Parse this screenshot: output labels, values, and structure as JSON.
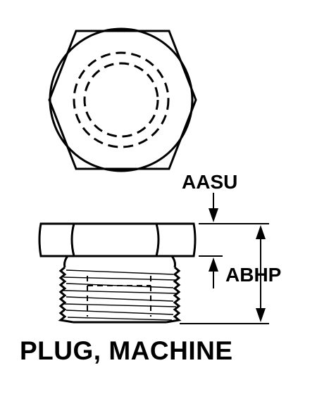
{
  "labels": {
    "dimension_top": "AASU",
    "dimension_height": "ABHP"
  },
  "caption": "PLUG, MACHINE"
}
